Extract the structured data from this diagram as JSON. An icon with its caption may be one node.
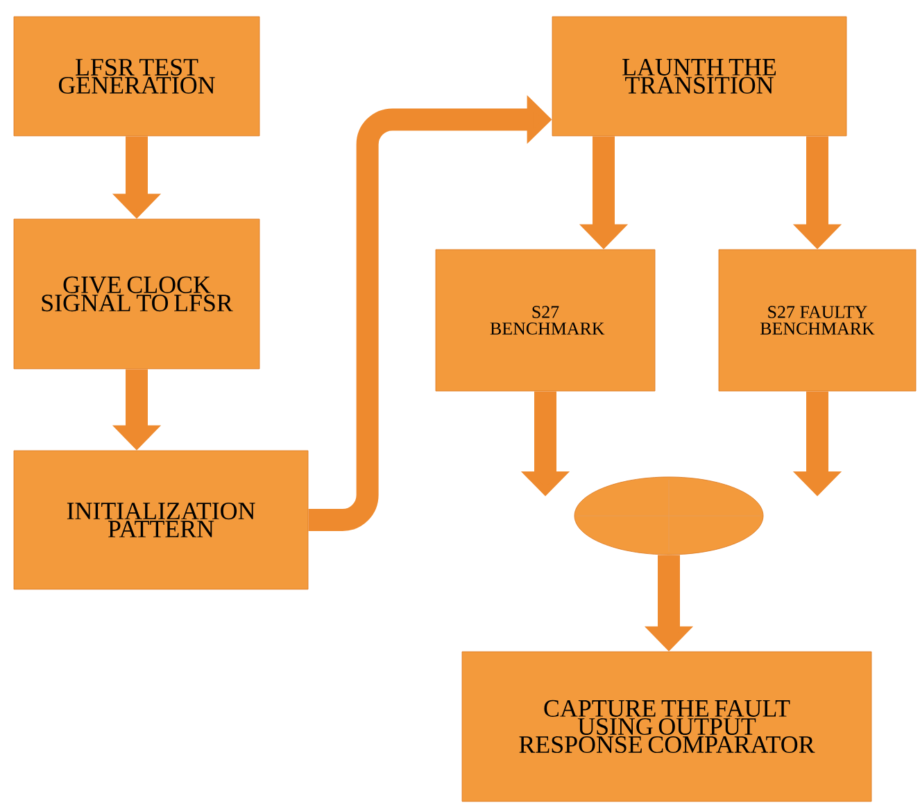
{
  "diagram": {
    "nodes": [
      {
        "text": [
          "LFSR TEST GENERATION"
        ]
      },
      {
        "text": [
          "GIVE CLOCK SIGNAL TO LFSR"
        ]
      },
      {
        "text": [
          "INITIALIZATION PATTERN"
        ]
      },
      {
        "text": [
          "LAUNTH THE TRANSITION"
        ]
      },
      {
        "text": [
          "S27 BENCHMARK"
        ]
      },
      {
        "text": [
          "S27 FAULTY BENCHMARK"
        ]
      },
      {
        "text": [],
        "shape": "ellipse"
      },
      {
        "text": [
          "CAPTURE THE FAULT USING OUTPUT RESPONSE COMPARATOR"
        ]
      }
    ],
    "edges": [
      {
        "from": 0,
        "to": 1,
        "arrow": "to"
      },
      {
        "from": 1,
        "to": 2,
        "arrow": "to"
      },
      {
        "from": 2,
        "to": 3,
        "arrow": "to"
      },
      {
        "from": 3,
        "to": 4,
        "arrow": "to"
      },
      {
        "from": 3,
        "to": 5,
        "arrow": "to"
      },
      {
        "from": 4,
        "to": 6,
        "arrow": "to"
      },
      {
        "from": 5,
        "to": 6,
        "arrow": "to"
      },
      {
        "from": 6,
        "to": 7,
        "arrow": "to"
      }
    ]
  }
}
